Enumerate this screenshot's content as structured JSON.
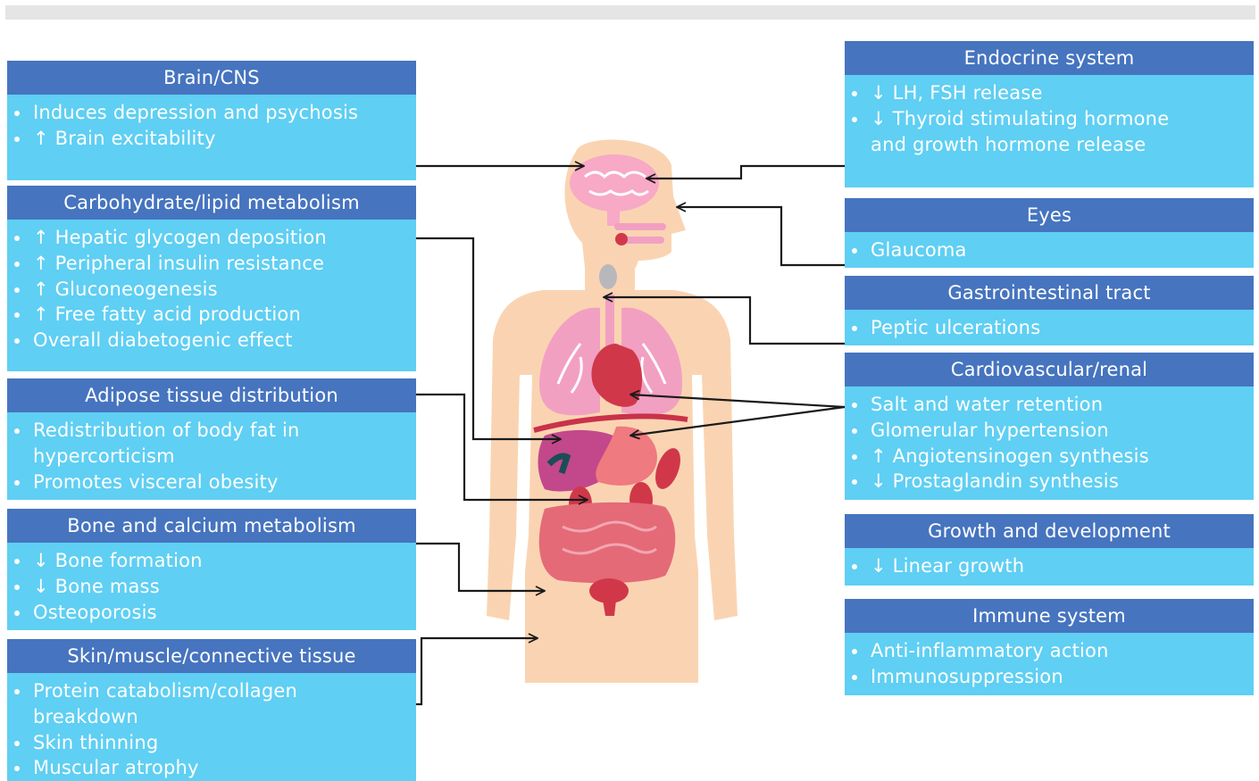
{
  "left_boxes": [
    {
      "title": "Brain/CNS",
      "items": [
        "Induces depression and psychosis",
        "↑ Brain excitability"
      ]
    },
    {
      "title": "Carbohydrate/lipid metabolism",
      "items": [
        "↑ Hepatic glycogen deposition",
        "↑ Peripheral insulin resistance",
        "↑ Gluconeogenesis",
        "↑ Free fatty acid production",
        "Overall diabetogenic effect"
      ]
    },
    {
      "title": "Adipose tissue distribution",
      "items": [
        "Redistribution of body fat in",
        "hypercorticism",
        "Promotes visceral obesity"
      ]
    },
    {
      "title": "Bone and calcium metabolism",
      "items": [
        "↓ Bone formation",
        "↓ Bone mass",
        "Osteoporosis"
      ]
    },
    {
      "title": "Skin/muscle/connective tissue",
      "items": [
        "Protein catabolism/collagen",
        "breakdown",
        "Skin thinning",
        "Muscular atrophy"
      ]
    }
  ],
  "right_boxes": [
    {
      "title": "Endocrine system",
      "items": [
        "↓ LH, FSH release",
        "↓ Thyroid stimulating hormone",
        "and growth hormone release"
      ]
    },
    {
      "title": "Eyes",
      "items": [
        "Glaucoma"
      ]
    },
    {
      "title": "Gastrointestinal tract",
      "items": [
        "Peptic ulcerations"
      ]
    },
    {
      "title": "Cardiovascular/renal",
      "items": [
        "Salt and water retention",
        "Glomerular hypertension",
        "↑ Angiotensinogen synthesis",
        "↓ Prostaglandin synthesis"
      ]
    },
    {
      "title": "Growth and development",
      "items": [
        "↓ Linear growth"
      ]
    },
    {
      "title": "Immune system",
      "items": [
        "Anti-inflammatory action",
        "Immunosuppression"
      ]
    }
  ],
  "colors": {
    "header": "#4674bf",
    "panel": "#5fcff3",
    "skin": "#fad4b2",
    "organ_pink": "#f2a0c2",
    "organ_red": "#d0384a",
    "arrow": "#1a1a1a"
  }
}
